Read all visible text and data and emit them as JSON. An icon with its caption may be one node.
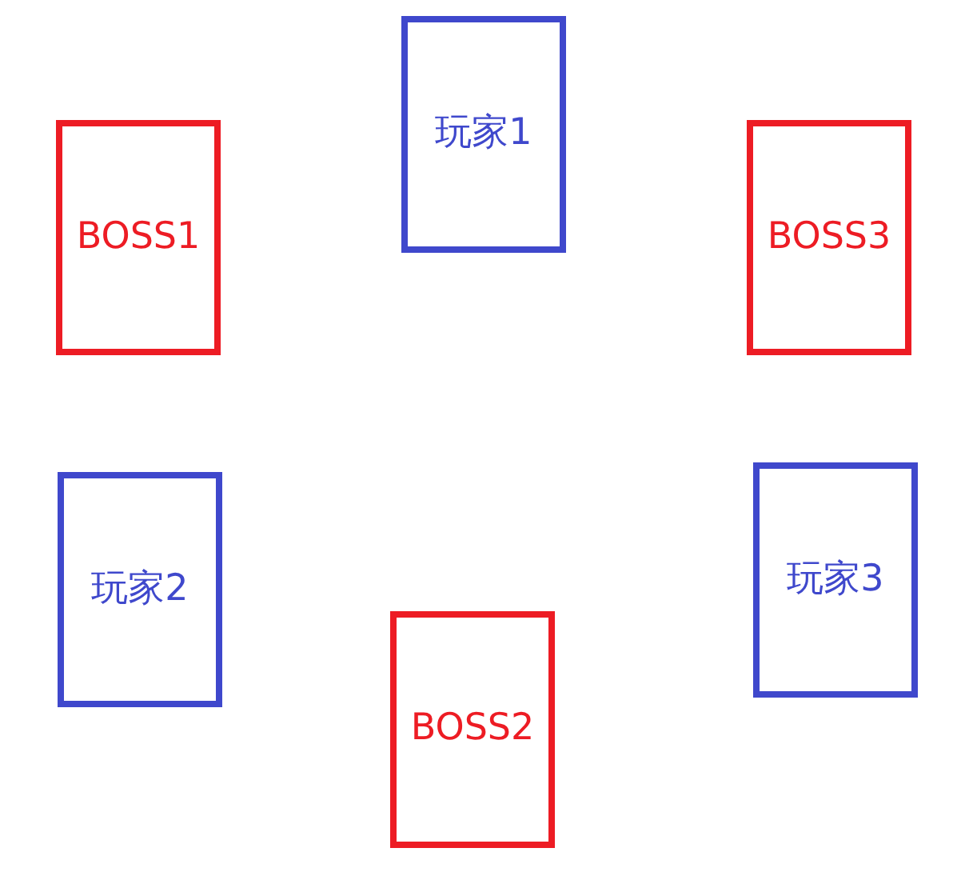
{
  "diagram": {
    "nodes": [
      {
        "text": [
          "玩家1"
        ]
      },
      {
        "text": [
          "BOSS1"
        ]
      },
      {
        "text": [
          "BOSS3"
        ]
      },
      {
        "text": [
          "玩家2"
        ]
      },
      {
        "text": [
          "玩家3"
        ]
      },
      {
        "text": [
          "BOSS2"
        ]
      }
    ]
  }
}
